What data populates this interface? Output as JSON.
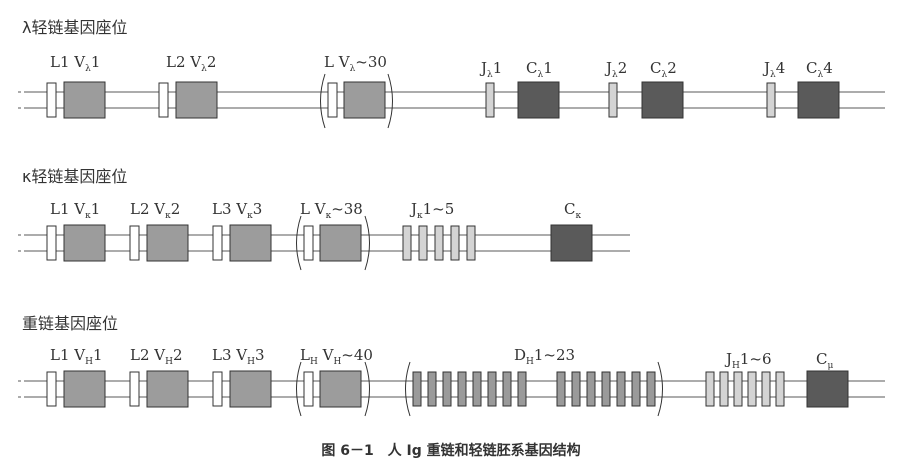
{
  "caption": "图 6－1　人 Ig 重链和轻链胚系基因结构",
  "colors": {
    "line": "#7a7a7a",
    "v_fill": "#9c9c9c",
    "c_fill": "#5a5a5a",
    "j_fill": "#d4d4d4",
    "d_fill": "#9a9a9a",
    "stroke": "#333333"
  },
  "loci": [
    {
      "title": "λ轻链基因座位",
      "labels": [
        {
          "main": "L1  V",
          "sub": "λ",
          "tail": "1"
        },
        {
          "main": "L2  V",
          "sub": "λ",
          "tail": "2"
        },
        {
          "main": "L  V",
          "sub": "λ",
          "tail": "~30"
        },
        {
          "main": "J",
          "sub": "λ",
          "tail": "1"
        },
        {
          "main": "C",
          "sub": "λ",
          "tail": "1"
        },
        {
          "main": "J",
          "sub": "λ",
          "tail": "2"
        },
        {
          "main": "C",
          "sub": "λ",
          "tail": "2"
        },
        {
          "main": "J",
          "sub": "λ",
          "tail": "4"
        },
        {
          "main": "C",
          "sub": "λ",
          "tail": "4"
        }
      ]
    },
    {
      "title": "κ轻链基因座位",
      "labels": [
        {
          "main": "L1  V",
          "sub": "κ",
          "tail": "1"
        },
        {
          "main": "L2  V",
          "sub": "κ",
          "tail": "2"
        },
        {
          "main": "L3  V",
          "sub": "κ",
          "tail": "3"
        },
        {
          "main": "L  V",
          "sub": "κ",
          "tail": "~38"
        },
        {
          "main": "J",
          "sub": "κ",
          "tail": "1~5"
        },
        {
          "main": "C",
          "sub": "κ",
          "tail": ""
        }
      ]
    },
    {
      "title": "重链基因座位",
      "labels": [
        {
          "main": "L1  V",
          "sub": "H",
          "tail": "1"
        },
        {
          "main": "L2  V",
          "sub": "H",
          "tail": "2"
        },
        {
          "main": "L3  V",
          "sub": "H",
          "tail": "3"
        },
        {
          "main": "L",
          "sub": "H",
          "tail": "  V",
          "sub2": "H",
          "tail2": "~40"
        },
        {
          "main": "D",
          "sub": "H",
          "tail": "1~23"
        },
        {
          "main": "J",
          "sub": "H",
          "tail": "1~6"
        },
        {
          "main": "C",
          "sub": "μ",
          "tail": ""
        }
      ]
    }
  ]
}
